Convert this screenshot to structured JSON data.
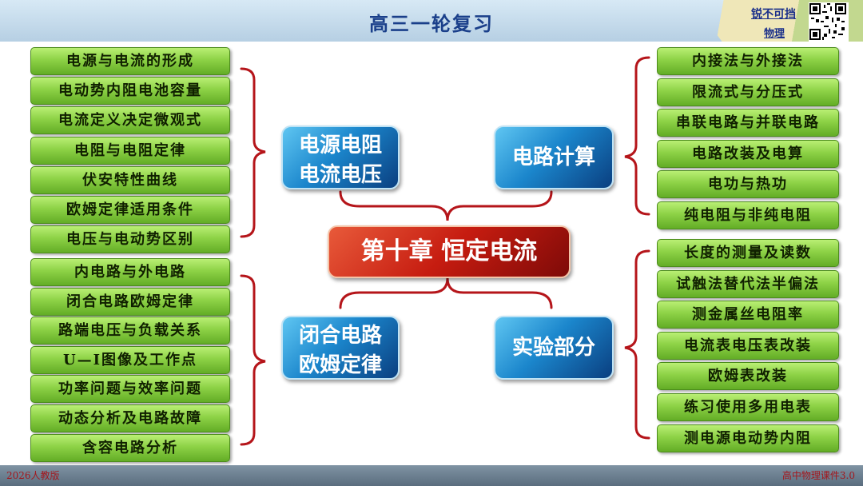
{
  "header": {
    "title": "高三一轮复习"
  },
  "brand": {
    "line1": "锐不可挡",
    "line2": "物理"
  },
  "center": {
    "label": "第十章 恒定电流"
  },
  "nodes": {
    "top_left": {
      "line1": "电源电阻",
      "line2": "电流电压"
    },
    "bottom_left": {
      "line1": "闭合电路",
      "line2": "欧姆定律"
    },
    "top_right": {
      "line1": "电路计算"
    },
    "bottom_right": {
      "line1": "实验部分"
    }
  },
  "left_top_items": [
    "电源与电流的形成",
    "电动势内阻电池容量",
    "电流定义决定微观式",
    "电阻与电阻定律",
    "伏安特性曲线",
    "欧姆定律适用条件",
    "电压与电动势区别"
  ],
  "left_bottom_items": [
    "内电路与外电路",
    "闭合电路欧姆定律",
    "路端电压与负载关系",
    "U—I图像及工作点",
    "功率问题与效率问题",
    "动态分析及电路故障",
    "含容电路分析"
  ],
  "right_top_items": [
    "内接法与外接法",
    "限流式与分压式",
    "串联电路与并联电路",
    "电路改装及电算",
    "电功与热功",
    "纯电阻与非纯电阻"
  ],
  "right_bottom_items": [
    "长度的测量及读数",
    "试触法替代法半偏法",
    "测金属丝电阻率",
    "电流表电压表改装",
    "欧姆表改装",
    "练习使用多用电表",
    "测电源电动势内阻"
  ],
  "footer": {
    "left": "2026人教版",
    "right": "高中物理课件3.0"
  },
  "colors": {
    "accent_red": "#b5151a",
    "item_green": "#8dd246",
    "node_blue": "#1b86cc",
    "center_red": "#c61c10"
  }
}
